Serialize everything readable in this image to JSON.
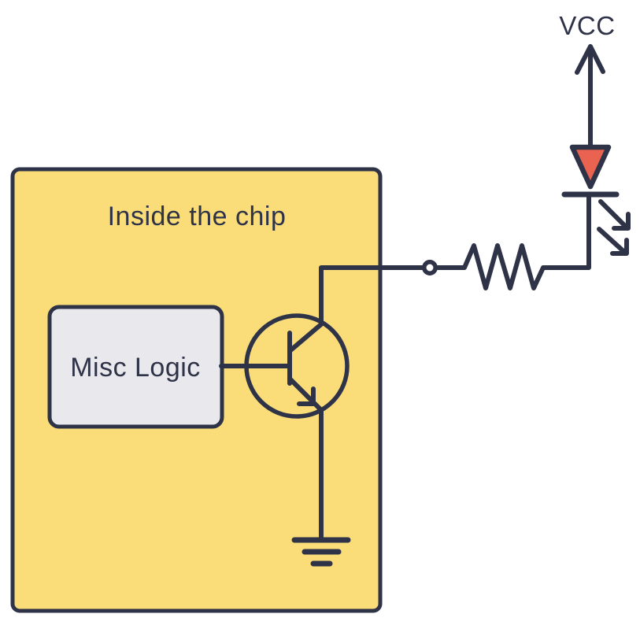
{
  "diagram": {
    "chip_label": "Inside the chip",
    "logic_label": "Misc Logic",
    "vcc_label": "VCC"
  },
  "colors": {
    "outline": "#2F3348",
    "chip_fill": "#FADC79",
    "logic_fill": "#E9E9ED",
    "led_fill": "#EA6350",
    "page_bg": "#FFFFFF"
  },
  "components": {
    "chip": "chip-boundary",
    "logic_block": "misc-logic-block",
    "transistor": "npn-transistor",
    "resistor": "series-resistor",
    "pin": "chip-output-pin",
    "led": "led-indicator",
    "ground": "ground-symbol",
    "power": "vcc-supply-arrow"
  }
}
